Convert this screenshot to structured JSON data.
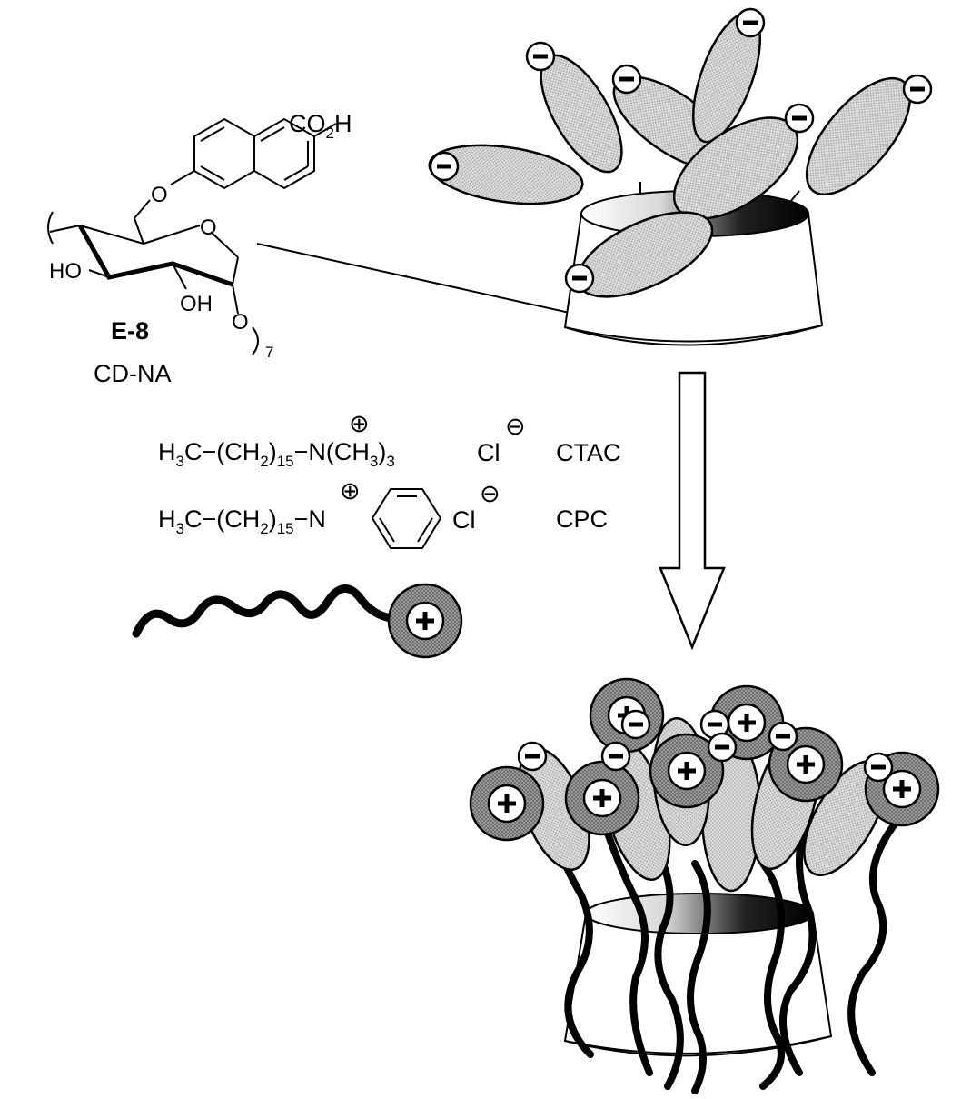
{
  "compound": {
    "name": "E-8",
    "abbrev": "CD-NA",
    "co2h": "CO",
    "co2h_sub": "2",
    "co2h_h": "H",
    "ho1": "HO",
    "oh2": "OH",
    "o_ring": "O",
    "o_link": "O",
    "o_ring2": "O",
    "repeat": "7"
  },
  "surfactants": {
    "ctac": {
      "h3c": "H",
      "h3c_sub": "3",
      "chain_c": "C−(CH",
      "chain_sub": "2",
      "chain_close": ")",
      "chain_sub2": "15",
      "n_part": "−N(CH",
      "n_sub": "3",
      "n_close": ")",
      "n_sub2": "3",
      "counter_ion": "Cl",
      "plus": "⊕",
      "minus": "⊖",
      "label": "CTAC"
    },
    "cpc": {
      "h3c": "H",
      "h3c_sub": "3",
      "chain_c": "C−(CH",
      "chain_sub": "2",
      "chain_close": ")",
      "chain_sub2": "15",
      "n_part": "−N",
      "counter_ion": "Cl",
      "plus": "⊕",
      "minus": "⊖",
      "label": "CPC"
    }
  },
  "colors": {
    "ink": "#000000",
    "ellipse_fill": "#d4d4d4",
    "head_fill": "#8c8c8c",
    "white": "#ffffff"
  }
}
